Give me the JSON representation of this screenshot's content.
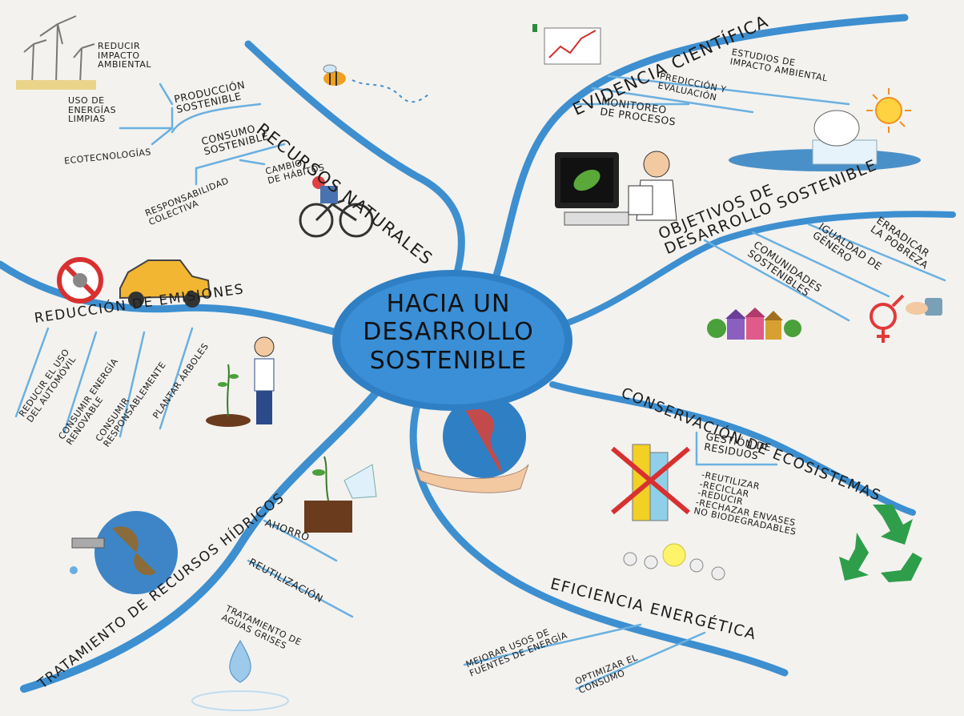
{
  "center": {
    "line1": "HACIA UN",
    "line2": "DESARROLLO",
    "line3": "SOSTENIBLE"
  },
  "colors": {
    "background": "#f3f2ef",
    "branch": "#3d8fd0",
    "branch_light": "#6ab0e0",
    "hub": "#2f7fc4",
    "text": "#1c1c1c"
  },
  "recursos_naturales": {
    "title": "RECURSOS NATURALES",
    "produccion": "PRODUCCIÓN\nSOSTENIBLE",
    "reducir_impacto": "REDUCIR\nIMPACTO\nAMBIENTAL",
    "energias_limpias": "USO DE\nENERGÍAS\nLIMPIAS",
    "ecotecnologias": "ECOTECNOLOGÍAS",
    "consumo": "CONSUMO\nSOSTENIBLE",
    "cambio_habitos": "CAMBIO\nDE HÁBITOS",
    "responsabilidad": "RESPONSABILIDAD\nCOLECTIVA"
  },
  "evidencia": {
    "title": "EVIDENCIA CIENTÍFICA",
    "estudios": "ESTUDIOS DE\nIMPACTO AMBIENTAL",
    "prediccion": "PREDICCIÓN Y\nEVALUACIÓN",
    "monitoreo": "MONITOREO\nDE PROCESOS"
  },
  "objetivos": {
    "title": "OBJETIVOS DE\nDESARROLLO SOSTENIBLE",
    "pobreza": "ERRADICAR\nLA POBREZA",
    "igualdad": "IGUALDAD DE\nGÉNERO",
    "comunidades": "COMUNIDADES\nSOSTENIBLES"
  },
  "emisiones": {
    "title": "REDUCCIÓN DE EMISIONES",
    "automovil": "REDUCIR EL USO\nDEL AUTOMÓVIL",
    "renovable": "CONSUMIR ENERGÍA\nRENOVABLE",
    "responsable": "CONSUMIR\nRESPONSABLEMENTE",
    "arboles": "PLANTAR ÁRBOLES"
  },
  "conservacion": {
    "title": "CONSERVACIÓN DE ECOSISTEMAS",
    "gestion": "GESTIÓN DE\nRESIDUOS",
    "acciones": "-REUTILIZAR\n-RECICLAR\n-REDUCIR\n-RECHAZAR ENVASES\nNO BIODEGRADABLES"
  },
  "hidricos": {
    "title": "TRATAMIENTO DE RECURSOS HÍDRICOS",
    "ahorro": "AHORRO",
    "reutilizacion": "REUTILIZACIÓN",
    "aguas_grises": "TRATAMIENTO DE\nAGUAS GRISES"
  },
  "eficiencia": {
    "title": "EFICIENCIA ENERGÉTICA",
    "mejorar": "MEJORAR USOS DE\nFUENTES DE ENERGÍA",
    "optimizar": "OPTIMIZAR EL\nCONSUMO"
  },
  "icons": [
    "wind-turbine-icon",
    "bee-icon",
    "cyclist-icon",
    "line-chart-icon",
    "computer-leaf-icon",
    "scientist-icon",
    "polar-bear-icon",
    "sun-icon",
    "houses-icon",
    "gender-equality-icon",
    "coffee-hand-icon",
    "no-smoke-icon",
    "car-icon",
    "tree-planting-icon",
    "boy-shovel-icon",
    "plant-water-icon",
    "earth-faucet-icon",
    "water-drop-icon",
    "globe-hand-icon",
    "no-plastic-icon",
    "recycle-icon",
    "light-bulbs-icon"
  ]
}
